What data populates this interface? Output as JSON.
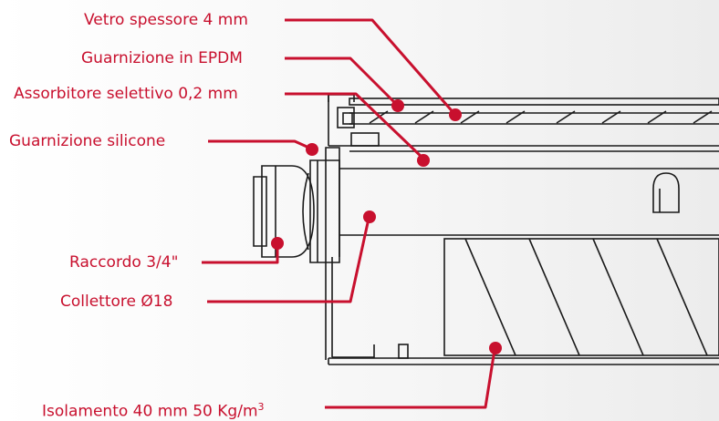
{
  "colors": {
    "accent": "#c8102e",
    "line": "#1a1a1a"
  },
  "labels": {
    "glass": "Vetro spessore 4 mm",
    "epdm": "Guarnizione in EPDM",
    "absorber": "Assorbitore selettivo 0,2 mm",
    "silicone": "Guarnizione silicone",
    "fitting": "Raccordo 3/4\"",
    "header": "Collettore Ø18",
    "insulation": "Isolamento 40 mm 50 Kg/m",
    "insulation_sup": "3"
  }
}
